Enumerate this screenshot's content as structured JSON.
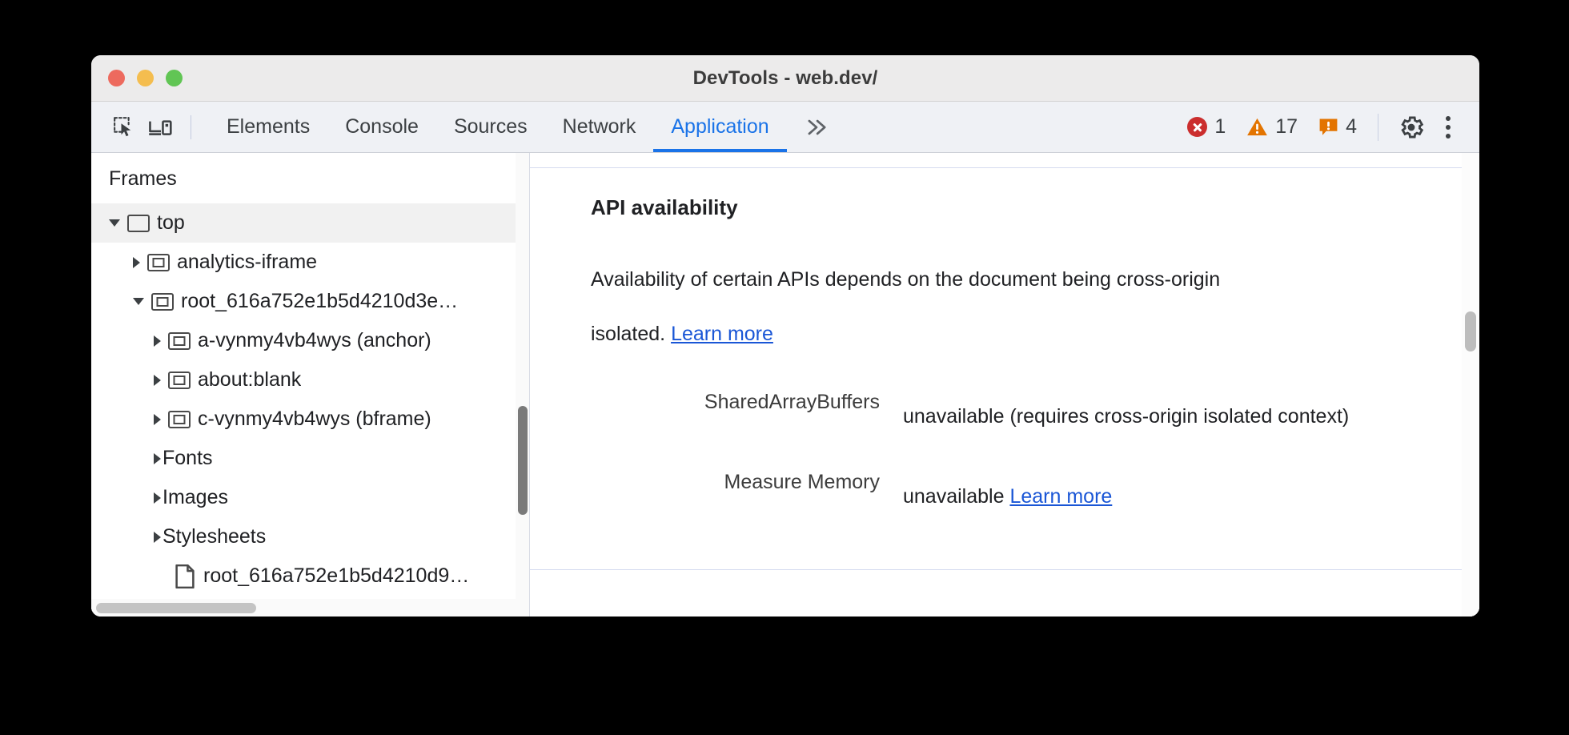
{
  "window": {
    "title": "DevTools - web.dev/",
    "traffic_lights": [
      {
        "name": "close",
        "color": "#ed6a5e"
      },
      {
        "name": "minimize",
        "color": "#f4bd4f"
      },
      {
        "name": "zoom",
        "color": "#61c554"
      }
    ]
  },
  "toolbar": {
    "inspect_icon": "inspect-element-icon",
    "device_icon": "device-toolbar-icon",
    "tabs": [
      {
        "label": "Elements",
        "active": false
      },
      {
        "label": "Console",
        "active": false
      },
      {
        "label": "Sources",
        "active": false
      },
      {
        "label": "Network",
        "active": false
      },
      {
        "label": "Application",
        "active": true
      }
    ],
    "more_tabs_label": "»",
    "counters": [
      {
        "name": "errors",
        "icon": "error-icon",
        "count": "1",
        "color": "#cb2e2e"
      },
      {
        "name": "warnings",
        "icon": "warning-icon",
        "count": "17",
        "color": "#e37400"
      },
      {
        "name": "issues",
        "icon": "issue-icon",
        "count": "4",
        "color": "#e37400"
      }
    ],
    "settings_label": "gear-icon",
    "menu_label": "kebab-menu-icon",
    "accent_color": "#1a73e8"
  },
  "sidebar": {
    "header": "Frames",
    "tree": [
      {
        "label": "top",
        "indent": 0,
        "state": "open",
        "icon": "frame-icon",
        "selected": true
      },
      {
        "label": "analytics-iframe",
        "indent": 1,
        "state": "closed",
        "icon": "iframe-icon",
        "selected": false
      },
      {
        "label": "root_616a752e1b5d4210d3e…",
        "indent": 1,
        "state": "open",
        "icon": "iframe-icon",
        "selected": false
      },
      {
        "label": "a-vynmy4vb4wys (anchor)",
        "indent": 2,
        "state": "closed",
        "icon": "iframe-icon",
        "selected": false
      },
      {
        "label": "about:blank",
        "indent": 2,
        "state": "closed",
        "icon": "iframe-icon",
        "selected": false
      },
      {
        "label": "c-vynmy4vb4wys (bframe)",
        "indent": 2,
        "state": "closed",
        "icon": "iframe-icon",
        "selected": false
      },
      {
        "label": "Fonts",
        "indent": 1,
        "state": "closed",
        "icon": "none",
        "selected": false
      },
      {
        "label": "Images",
        "indent": 1,
        "state": "closed",
        "icon": "none",
        "selected": false
      },
      {
        "label": "Stylesheets",
        "indent": 1,
        "state": "closed",
        "icon": "none",
        "selected": false
      },
      {
        "label": "root_616a752e1b5d4210d9…",
        "indent": 2,
        "state": "leaf",
        "icon": "document-icon",
        "selected": false
      }
    ]
  },
  "main": {
    "section_title": "API availability",
    "description_line1": "Availability of certain APIs depends on the document being cross-origin",
    "description_line2_prefix": "isolated. ",
    "description_link": "Learn more",
    "rows": [
      {
        "key": "SharedArrayBuffers",
        "value": "unavailable",
        "note": "(requires cross-origin isolated context)",
        "link": ""
      },
      {
        "key": "Measure Memory",
        "value": "unavailable",
        "note": "",
        "link": "Learn more"
      }
    ]
  }
}
